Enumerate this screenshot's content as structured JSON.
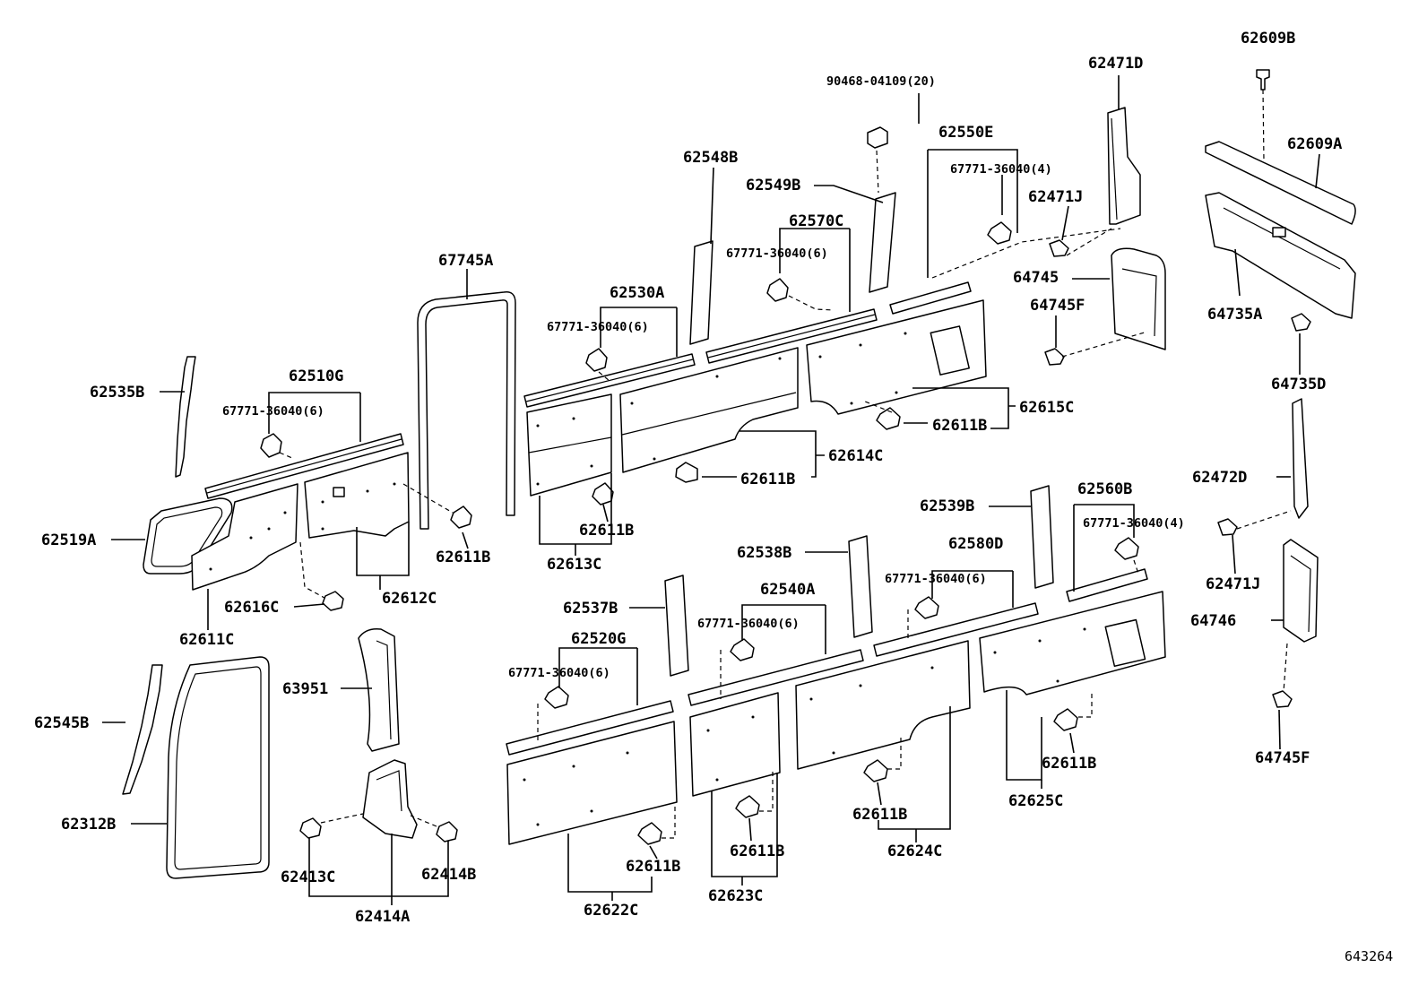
{
  "figure_number": "643264",
  "labels": {
    "p62609B": "62609B",
    "p62471D": "62471D",
    "p90468": "90468-04109(20)",
    "p62609A": "62609A",
    "p62550E": "62550E",
    "p67771_a": "67771-36040(4)",
    "p62548B": "62548B",
    "p62549B": "62549B",
    "p62471J_a": "62471J",
    "p62570C": "62570C",
    "p67771_b": "67771-36040(6)",
    "p64745": "64745",
    "p64735A": "64735A",
    "p67745A": "67745A",
    "p62530A": "62530A",
    "p64745F_a": "64745F",
    "p67771_c": "67771-36040(6)",
    "p64735D": "64735D",
    "p62535B": "62535B",
    "p62510G": "62510G",
    "p67771_d": "67771-36040(6)",
    "p62615C": "62615C",
    "p62611B_a": "62611B",
    "p62614C": "62614C",
    "p62611B_b": "62611B",
    "p62472D": "62472D",
    "p62519A": "62519A",
    "p62611B_c": "62611B",
    "p62611B_d": "62611B",
    "p62613C": "62613C",
    "p62539B": "62539B",
    "p62560B": "62560B",
    "p67771_e": "67771-36040(4)",
    "p62612C": "62612C",
    "p62616C": "62616C",
    "p62538B": "62538B",
    "p62580D": "62580D",
    "p67771_f": "67771-36040(6)",
    "p62471J_b": "62471J",
    "p62611C": "62611C",
    "p62540A": "62540A",
    "p62537B": "62537B",
    "p67771_g": "67771-36040(6)",
    "p64746": "64746",
    "p62520G": "62520G",
    "p63951": "63951",
    "p67771_h": "67771-36040(6)",
    "p62545B": "62545B",
    "p62611B_e": "62611B",
    "p64745F_b": "64745F",
    "p62625C": "62625C",
    "p62312B": "62312B",
    "p62611B_f": "62611B",
    "p62624C": "62624C",
    "p62413C": "62413C",
    "p62414B": "62414B",
    "p62611B_g": "62611B",
    "p62611B_h": "62611B",
    "p62414A": "62414A",
    "p62623C": "62623C",
    "p62622C": "62622C"
  }
}
